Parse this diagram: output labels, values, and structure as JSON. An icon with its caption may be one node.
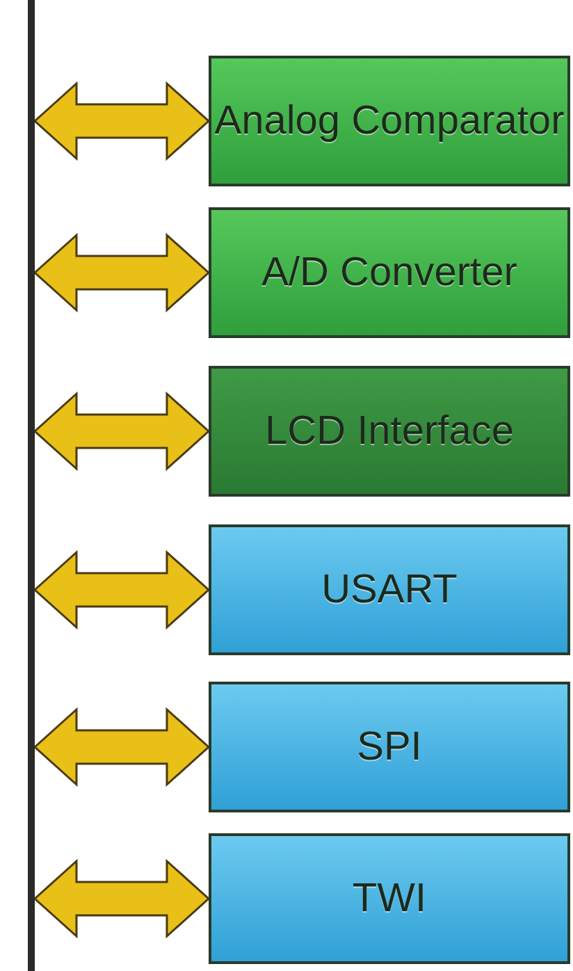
{
  "diagram": {
    "nodes": [
      {
        "text": [],
        "shape": "bar"
      },
      {
        "text": [
          "Analog Comparator"
        ]
      },
      {
        "text": [
          "A/D Converter"
        ]
      },
      {
        "text": [
          "LCD Interface"
        ]
      },
      {
        "text": [
          "USART"
        ]
      },
      {
        "text": [
          "SPI"
        ]
      },
      {
        "text": [
          "TWI"
        ]
      }
    ],
    "edges": [
      {
        "from": 0,
        "to": 1,
        "arrow": "both"
      },
      {
        "from": 0,
        "to": 2,
        "arrow": "both"
      },
      {
        "from": 0,
        "to": 3,
        "arrow": "both"
      },
      {
        "from": 0,
        "to": 4,
        "arrow": "both"
      },
      {
        "from": 0,
        "to": 5,
        "arrow": "both"
      },
      {
        "from": 0,
        "to": 6,
        "arrow": "both"
      }
    ]
  }
}
